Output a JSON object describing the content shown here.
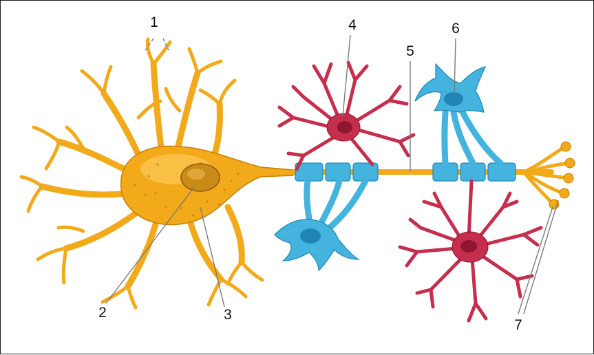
{
  "labels": {
    "l1": "1",
    "l2": "2",
    "l3": "3",
    "l4": "4",
    "l5": "5",
    "l6": "6",
    "l7": "7"
  },
  "colors": {
    "neuron": "#f2a91a",
    "neuron_dark": "#c97f05",
    "neuron_light": "#ffd46a",
    "myelin": "#44b4de",
    "myelin_dark": "#1f86b3",
    "glia_red": "#c52e4d",
    "glia_red_dark": "#8f1530"
  }
}
